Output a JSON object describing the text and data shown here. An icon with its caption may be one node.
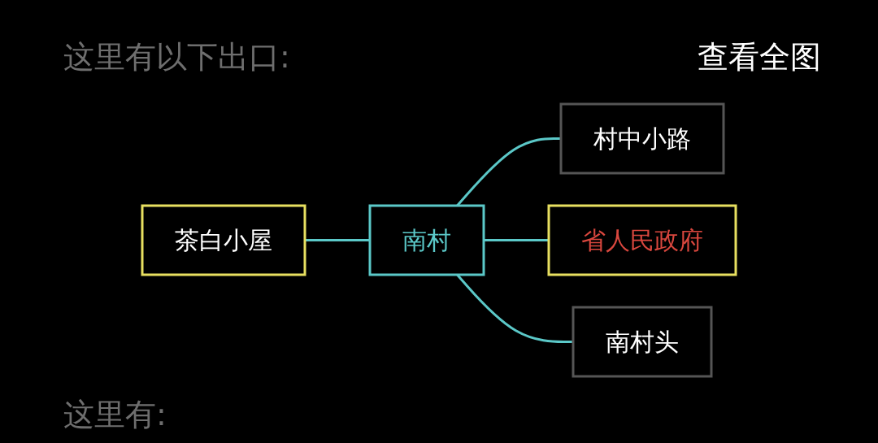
{
  "diagram": {
    "nodes": [
      {
        "text": [
          "村中小路"
        ]
      },
      {
        "text": [
          "茶白小屋"
        ]
      },
      {
        "text": [
          "南村"
        ]
      },
      {
        "text": [
          "省人民政府"
        ]
      },
      {
        "text": [
          "南村头"
        ]
      }
    ],
    "edges": [
      {
        "from": 2,
        "to": 0,
        "arrow": "none"
      },
      {
        "from": 1,
        "to": 2,
        "arrow": "none"
      },
      {
        "from": 2,
        "to": 3,
        "arrow": "none"
      },
      {
        "from": 2,
        "to": 4,
        "arrow": "none"
      }
    ],
    "labels": [
      "这里有以下出口:",
      "查看全图",
      "这里有:"
    ]
  }
}
